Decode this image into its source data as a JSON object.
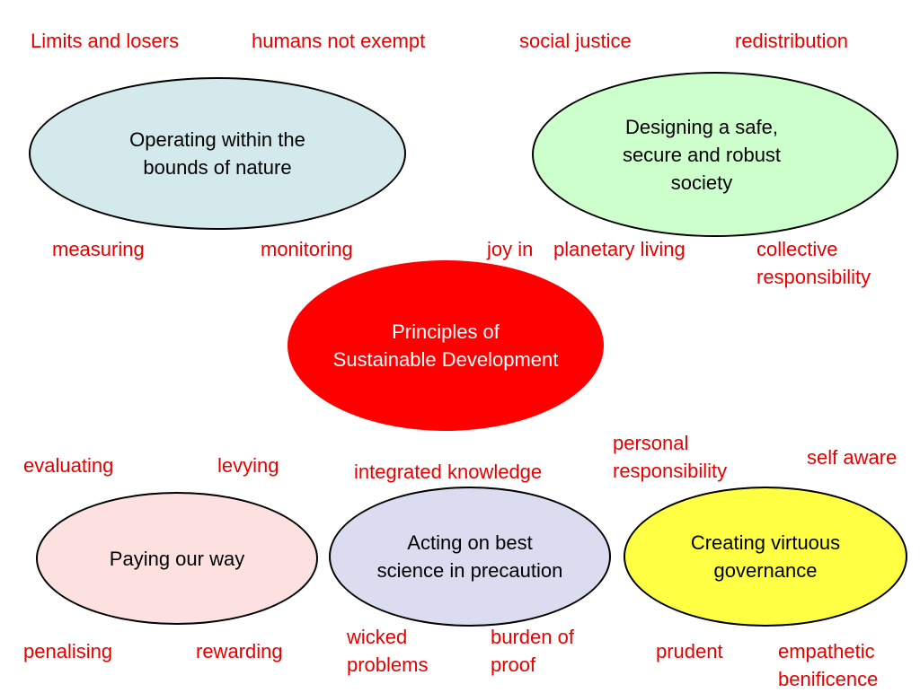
{
  "colors": {
    "label": "#e60000",
    "center_fill": "#ff0000",
    "nature_fill": "#d3e9ec",
    "society_fill": "#ccffcc",
    "paying_fill": "#fde0e0",
    "science_fill": "#dcdcf0",
    "governance_fill": "#ffff44"
  },
  "center": {
    "text": "Principles of\nSustainable Development"
  },
  "nodes": {
    "nature": "Operating within the\nbounds of nature",
    "society": "Designing a safe,\nsecure and robust\nsociety",
    "paying": "Paying our way",
    "science": "Acting on best\nscience in precaution",
    "governance": "Creating virtuous\ngovernance"
  },
  "labels": {
    "limits_and_losers": "Limits and losers",
    "humans_not_exempt": "humans not exempt",
    "social_justice": "social justice",
    "redistribution": "redistribution",
    "measuring": "measuring",
    "monitoring": "monitoring",
    "joy_in": "joy in",
    "planetary_living": "planetary living",
    "collective_responsibility": "collective\nresponsibility",
    "evaluating": "evaluating",
    "levying": "levying",
    "integrated_knowledge": "integrated knowledge",
    "personal_responsibility": "personal\nresponsibility",
    "self_aware": "self aware",
    "penalising": "penalising",
    "rewarding": "rewarding",
    "wicked_problems": "wicked\nproblems",
    "burden_of_proof": "burden of\nproof",
    "prudent": "prudent",
    "empathetic_benificence": "empathetic\nbenificence"
  }
}
